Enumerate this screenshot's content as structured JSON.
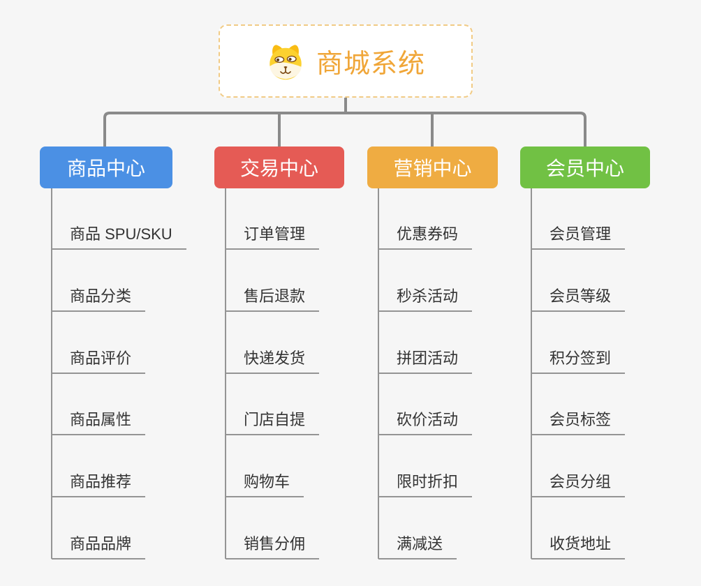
{
  "root": {
    "title": "商城系统",
    "icon": "dog-face-icon"
  },
  "branches": [
    {
      "label": "商品中心",
      "color": "#4B90E4",
      "items": [
        "商品 SPU/SKU",
        "商品分类",
        "商品评价",
        "商品属性",
        "商品推荐",
        "商品品牌"
      ]
    },
    {
      "label": "交易中心",
      "color": "#E55B55",
      "items": [
        "订单管理",
        "售后退款",
        "快递发货",
        "门店自提",
        "购物车",
        "销售分佣"
      ]
    },
    {
      "label": "营销中心",
      "color": "#EFAC42",
      "items": [
        "优惠券码",
        "秒杀活动",
        "拼团活动",
        "砍价活动",
        "限时折扣",
        "满减送"
      ]
    },
    {
      "label": "会员中心",
      "color": "#71C144",
      "items": [
        "会员管理",
        "会员等级",
        "积分签到",
        "会员标签",
        "会员分组",
        "收货地址"
      ]
    }
  ],
  "colors": {
    "accent": "#F0A638",
    "root_border": "#F1CB85",
    "connector": "#8A8A8A",
    "leaf_line": "#949494"
  }
}
